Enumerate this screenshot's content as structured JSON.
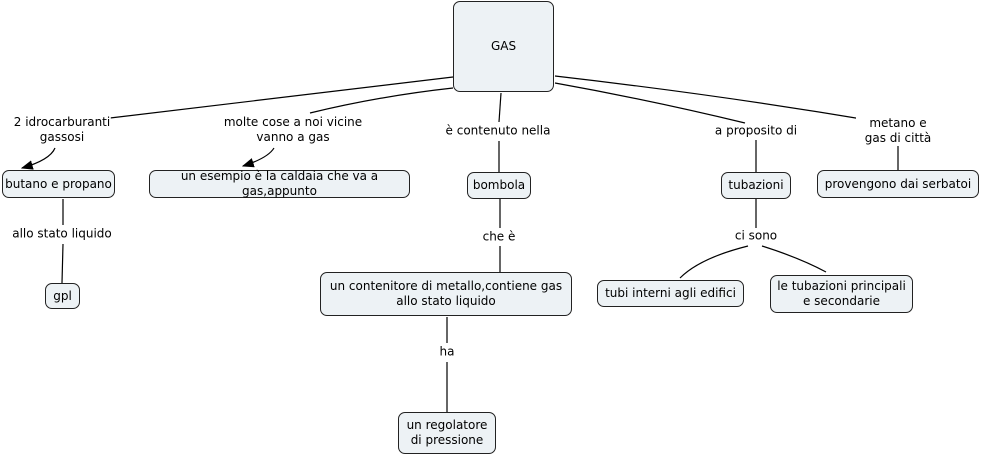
{
  "concepts": {
    "gas": "GAS",
    "butano": "butano e propano",
    "esempio": "un esempio è la caldaia che va a gas,appunto",
    "bombola": "bombola",
    "tubazioni": "tubazioni",
    "serbatoi": "provengono dai serbatoi",
    "gpl": "gpl",
    "contenitore": "un contenitore di metallo,contiene gas\nallo stato liquido",
    "tubi_interni": "tubi interni agli edifici",
    "tubazioni_principali": "le tubazioni principali\ne secondarie",
    "regolatore": "un regolatore\ndi pressione"
  },
  "links": {
    "idrocarburi": "2 idrocarburanti\ngassosi",
    "molte_cose": "molte cose a noi vicine\nvanno a gas",
    "contenuto": "è contenuto nella",
    "proposito": "a proposito di",
    "metano": "metano e gas di città",
    "stato_liquido": "allo stato liquido",
    "che_e": "che è",
    "ci_sono": "ci sono",
    "ha": "ha"
  }
}
